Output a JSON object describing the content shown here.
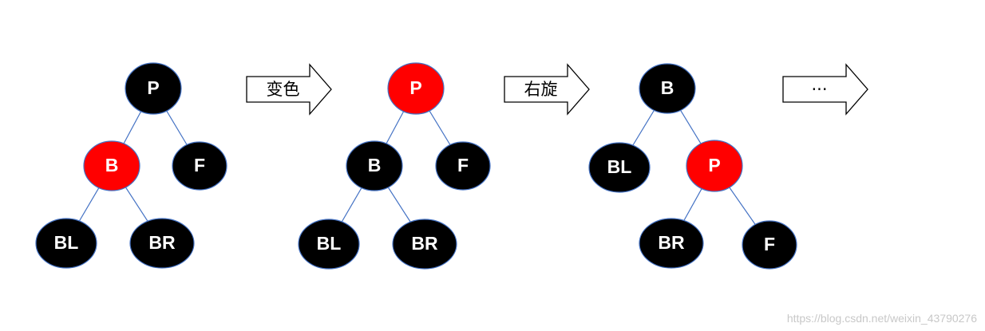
{
  "colors": {
    "black_node": "#000000",
    "red_node": "#ff0000",
    "node_border": "#4472c4",
    "edge": "#4472c4",
    "node_text": "#ffffff",
    "arrow_fill": "#ffffff",
    "arrow_stroke": "#000000"
  },
  "trees": [
    {
      "nodes": [
        {
          "id": "P",
          "label": "P",
          "color": "black"
        },
        {
          "id": "B",
          "label": "B",
          "color": "red"
        },
        {
          "id": "F",
          "label": "F",
          "color": "black"
        },
        {
          "id": "BL",
          "label": "BL",
          "color": "black"
        },
        {
          "id": "BR",
          "label": "BR",
          "color": "black"
        }
      ],
      "edges": [
        [
          "P",
          "B"
        ],
        [
          "P",
          "F"
        ],
        [
          "B",
          "BL"
        ],
        [
          "B",
          "BR"
        ]
      ]
    },
    {
      "nodes": [
        {
          "id": "P",
          "label": "P",
          "color": "red"
        },
        {
          "id": "B",
          "label": "B",
          "color": "black"
        },
        {
          "id": "F",
          "label": "F",
          "color": "black"
        },
        {
          "id": "BL",
          "label": "BL",
          "color": "black"
        },
        {
          "id": "BR",
          "label": "BR",
          "color": "black"
        }
      ],
      "edges": [
        [
          "P",
          "B"
        ],
        [
          "P",
          "F"
        ],
        [
          "B",
          "BL"
        ],
        [
          "B",
          "BR"
        ]
      ]
    },
    {
      "nodes": [
        {
          "id": "B",
          "label": "B",
          "color": "black"
        },
        {
          "id": "BL",
          "label": "BL",
          "color": "black"
        },
        {
          "id": "P",
          "label": "P",
          "color": "red"
        },
        {
          "id": "BR",
          "label": "BR",
          "color": "black"
        },
        {
          "id": "F",
          "label": "F",
          "color": "black"
        }
      ],
      "edges": [
        [
          "B",
          "BL"
        ],
        [
          "B",
          "P"
        ],
        [
          "P",
          "BR"
        ],
        [
          "P",
          "F"
        ]
      ]
    }
  ],
  "arrows": [
    {
      "label": "变色"
    },
    {
      "label": "右旋"
    },
    {
      "label": "···"
    }
  ],
  "watermark": "https://blog.csdn.net/weixin_43790276"
}
